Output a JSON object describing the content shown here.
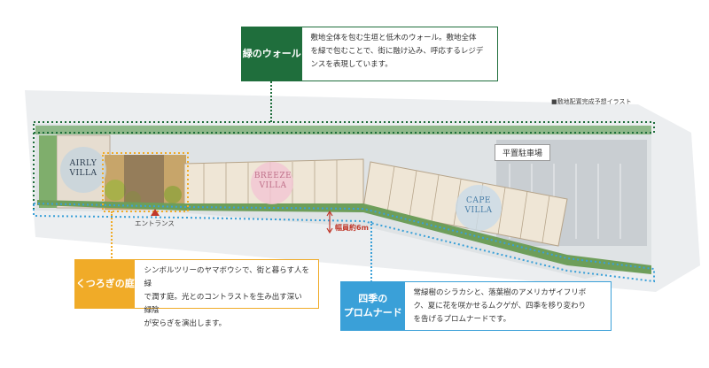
{
  "callouts": {
    "green_wall": {
      "title": "緑のウォール",
      "text": "敷地全体を包む生垣と低木のウォール。敷地全体\nを緑で包むことで、街に融け込み、呼応するレジデ\nンスを表現しています。",
      "color": "#1f6e3c"
    },
    "garden": {
      "title": "くつろぎの庭",
      "text": "シンボルツリーのヤマボウシで、街と暮らす人を緑\nで潤す庭。光とのコントラストを生み出す深い緑陰\nが安らぎを演出します。",
      "color": "#f0ab28"
    },
    "promenade": {
      "title": "四季の\nプロムナード",
      "text": "常緑樹のシラカシと、落葉樹のアメリカザイフリボ\nク、夏に花を咲かせるムクゲが、四季を移り変わり\nを告げるプロムナードです。",
      "color": "#3aa0d8"
    }
  },
  "map": {
    "note": "■敷地配置完成予想イラスト",
    "parking": "平置駐車場",
    "entrance": "エントランス",
    "width_label": "幅員約6m",
    "villas": [
      {
        "name": "AIRLY\nVILLA",
        "color": "#2c3e50"
      },
      {
        "name": "BREEZE\nVILLA",
        "color": "#c0708a"
      },
      {
        "name": "CAPE\nVILLA",
        "color": "#4a7fa8"
      }
    ]
  }
}
